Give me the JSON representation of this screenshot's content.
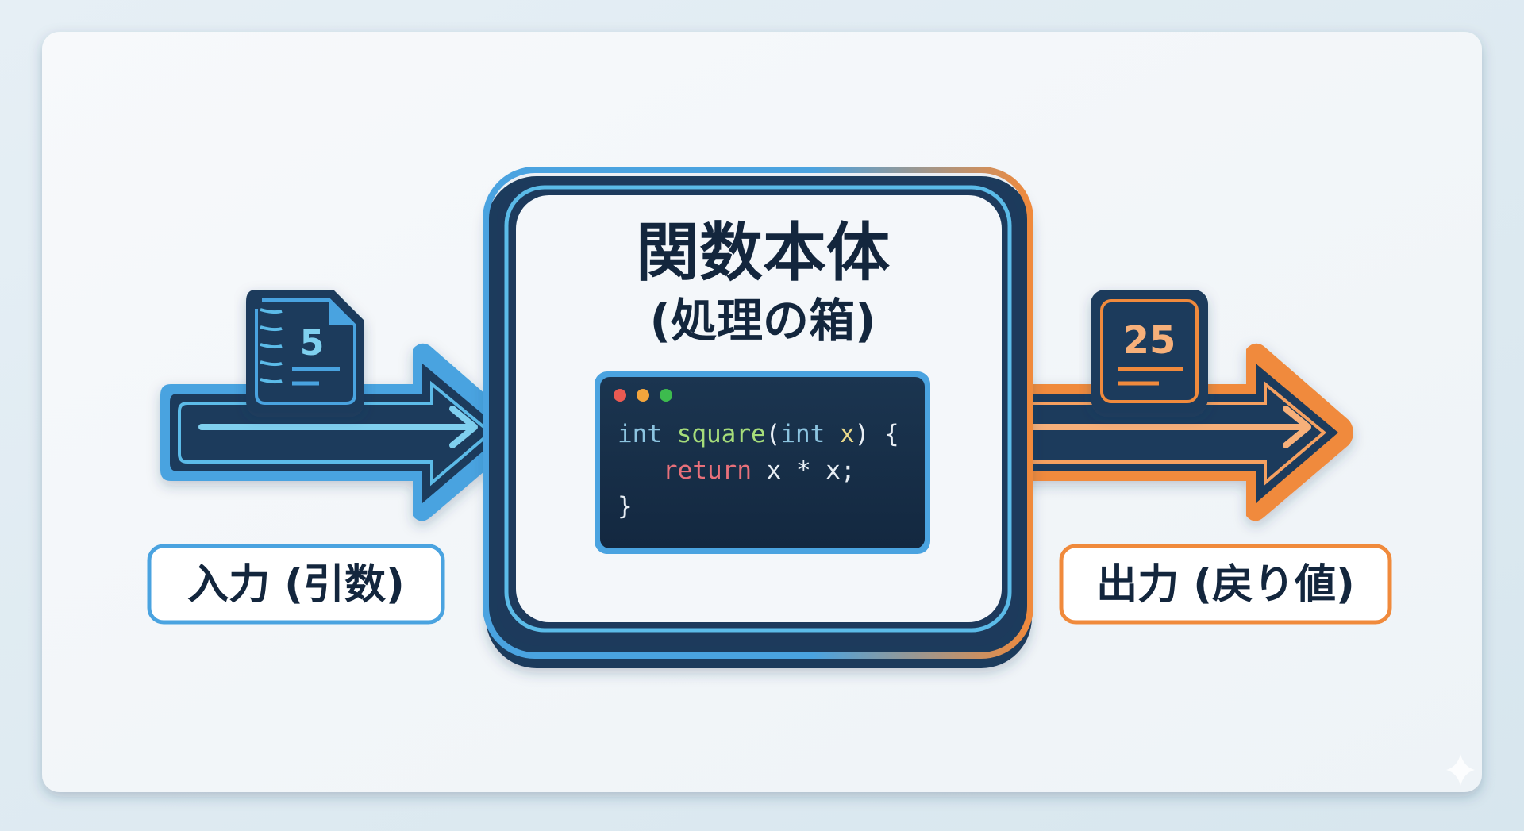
{
  "body": {
    "title": "関数本体",
    "subtitle": "(処理の箱)"
  },
  "code": {
    "line1": {
      "type": "int",
      "name": "square",
      "open": "(",
      "ptype": "int",
      "param": "x",
      "close": ") {"
    },
    "line2": {
      "keyword": "return",
      "expr": "x * x;"
    },
    "line3": "}"
  },
  "input": {
    "value": "5",
    "label": "入力 (引数)"
  },
  "output": {
    "value": "25",
    "label": "出力 (戻り値)"
  },
  "colors": {
    "input_accent": "#4aa3e0",
    "output_accent": "#f08a3c",
    "dark": "#1d3a5c"
  }
}
